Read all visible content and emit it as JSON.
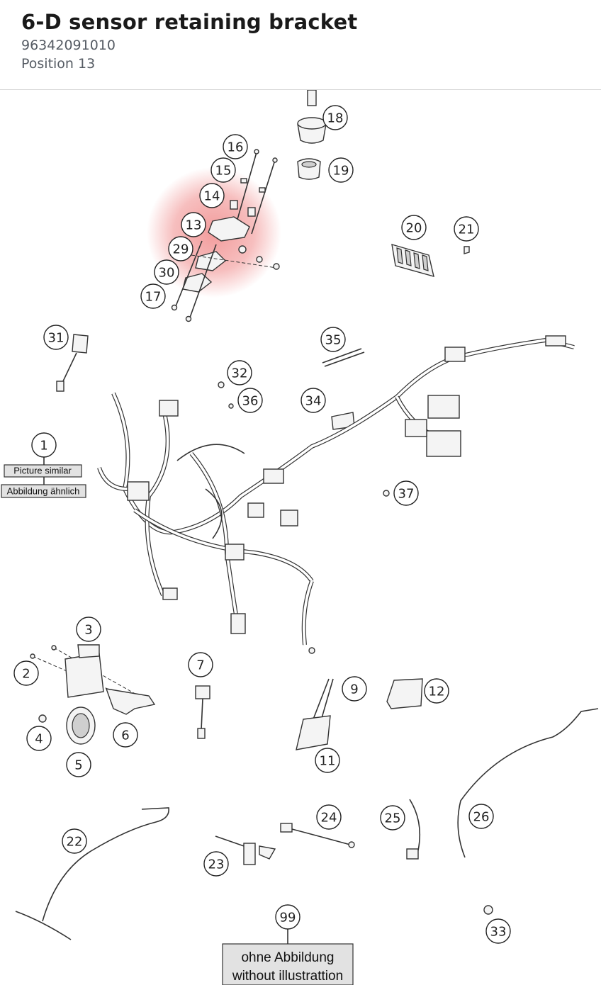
{
  "header": {
    "title": "6-D sensor retaining bracket",
    "part_number": "96342091010",
    "position": "Position 13"
  },
  "diagram": {
    "highlight_color": "#f08a8a",
    "callouts": [
      "1",
      "2",
      "3",
      "4",
      "5",
      "6",
      "7",
      "9",
      "11",
      "12",
      "13",
      "14",
      "15",
      "16",
      "17",
      "18",
      "19",
      "20",
      "21",
      "22",
      "23",
      "24",
      "25",
      "26",
      "29",
      "30",
      "31",
      "32",
      "33",
      "34",
      "35",
      "36",
      "37",
      "99"
    ],
    "labels": {
      "picture_similar": "Picture similar",
      "abbildung_aehnlich": "Abbildung ähnlich",
      "ohne_abbildung": "ohne Abbildung",
      "without_illustration": "without illustrattion"
    }
  }
}
